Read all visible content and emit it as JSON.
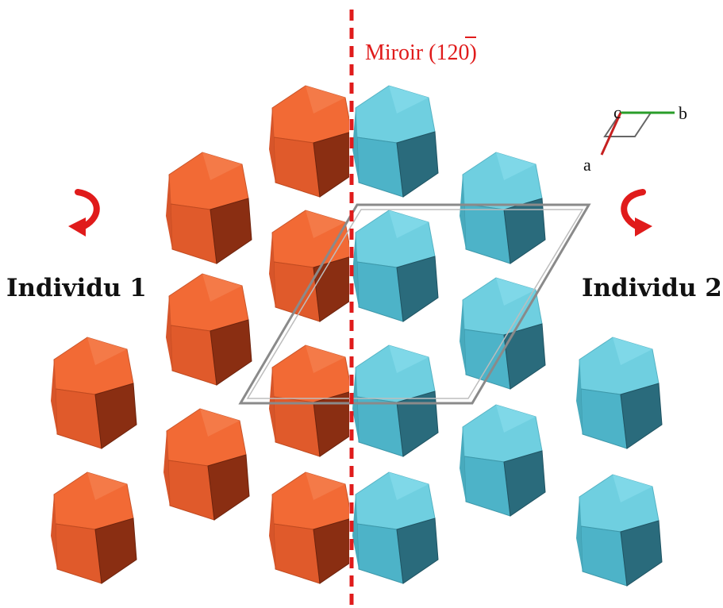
{
  "colors": {
    "individual_1": "#e05a2b",
    "individual_2": "#55bdd0",
    "mirror": "#e01b1b",
    "cell": "#8a8a8a"
  },
  "mirror": {
    "label_prefix": "Miroir (",
    "label_overbar_digit": "1",
    "label_suffix": "20)"
  },
  "individuals": {
    "left": "Individu 1",
    "right": "Individu 2"
  },
  "axes": {
    "a": "a",
    "b": "b",
    "c": "c"
  },
  "icons": [
    "rotate-clockwise-arrow-icon",
    "rotate-counterclockwise-arrow-icon"
  ]
}
